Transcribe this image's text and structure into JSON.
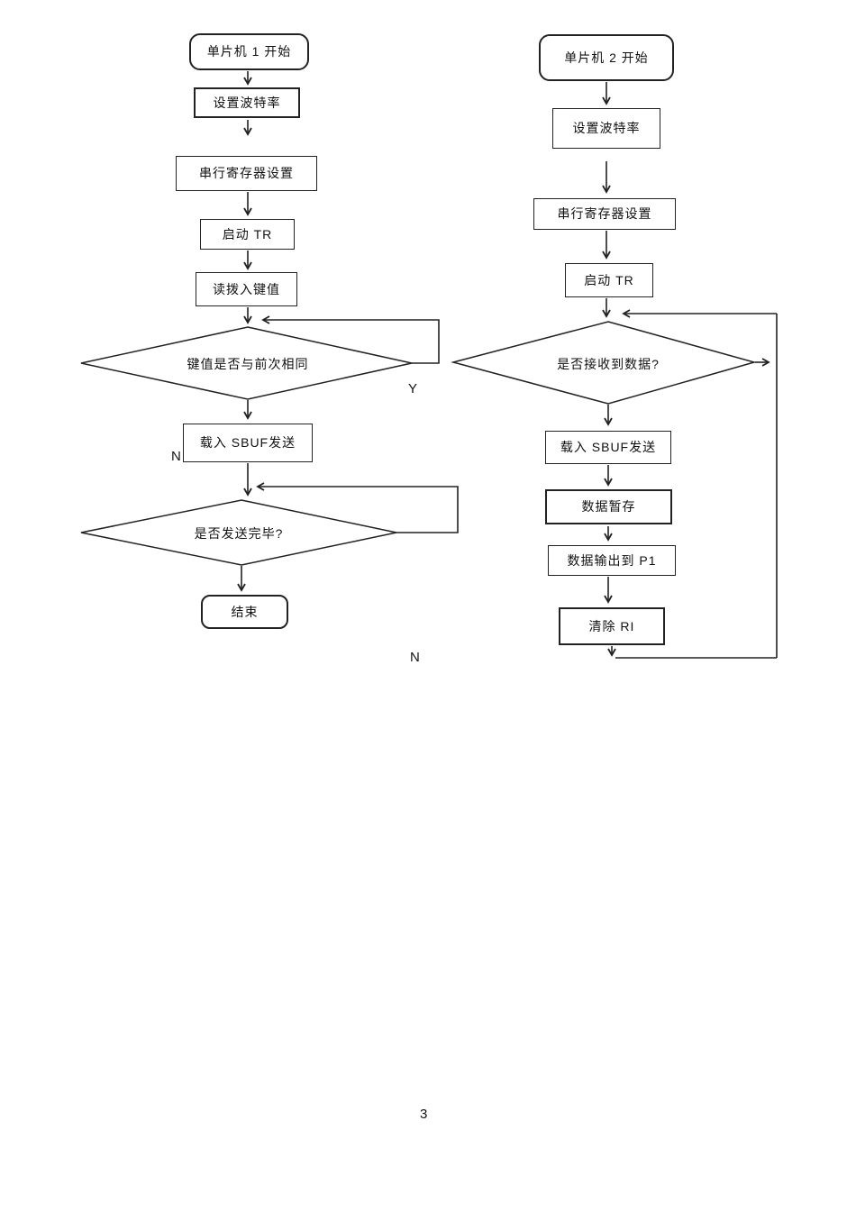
{
  "page": {
    "number": "3"
  },
  "colors": {
    "stroke": "#222222",
    "background": "#ffffff"
  },
  "left_chart": {
    "nodes": {
      "start": "单片机 1 开始",
      "set_baud": "设置波特率",
      "serial_reg": "串行寄存器设置",
      "start_tr": "启动 TR",
      "read_key": "读拨入键值",
      "key_same_decision": "键值是否与前次相同",
      "load_sbuf": "载入 SBUF发送",
      "send_done_decision": "是否发送完毕?",
      "end": "结束"
    },
    "branch_labels": {
      "yes": "Y",
      "no_load": "N",
      "no_loop": "N"
    }
  },
  "right_chart": {
    "nodes": {
      "start": "单片机 2 开始",
      "set_baud": "设置波特率",
      "serial_reg": "串行寄存器设置",
      "start_tr": "启动 TR",
      "data_received_decision": "是否接收到数据?",
      "load_sbuf": "载入 SBUF发送",
      "data_buffer": "数据暂存",
      "data_output": "数据输出到 P1",
      "clear_ri": "清除 RI"
    }
  }
}
